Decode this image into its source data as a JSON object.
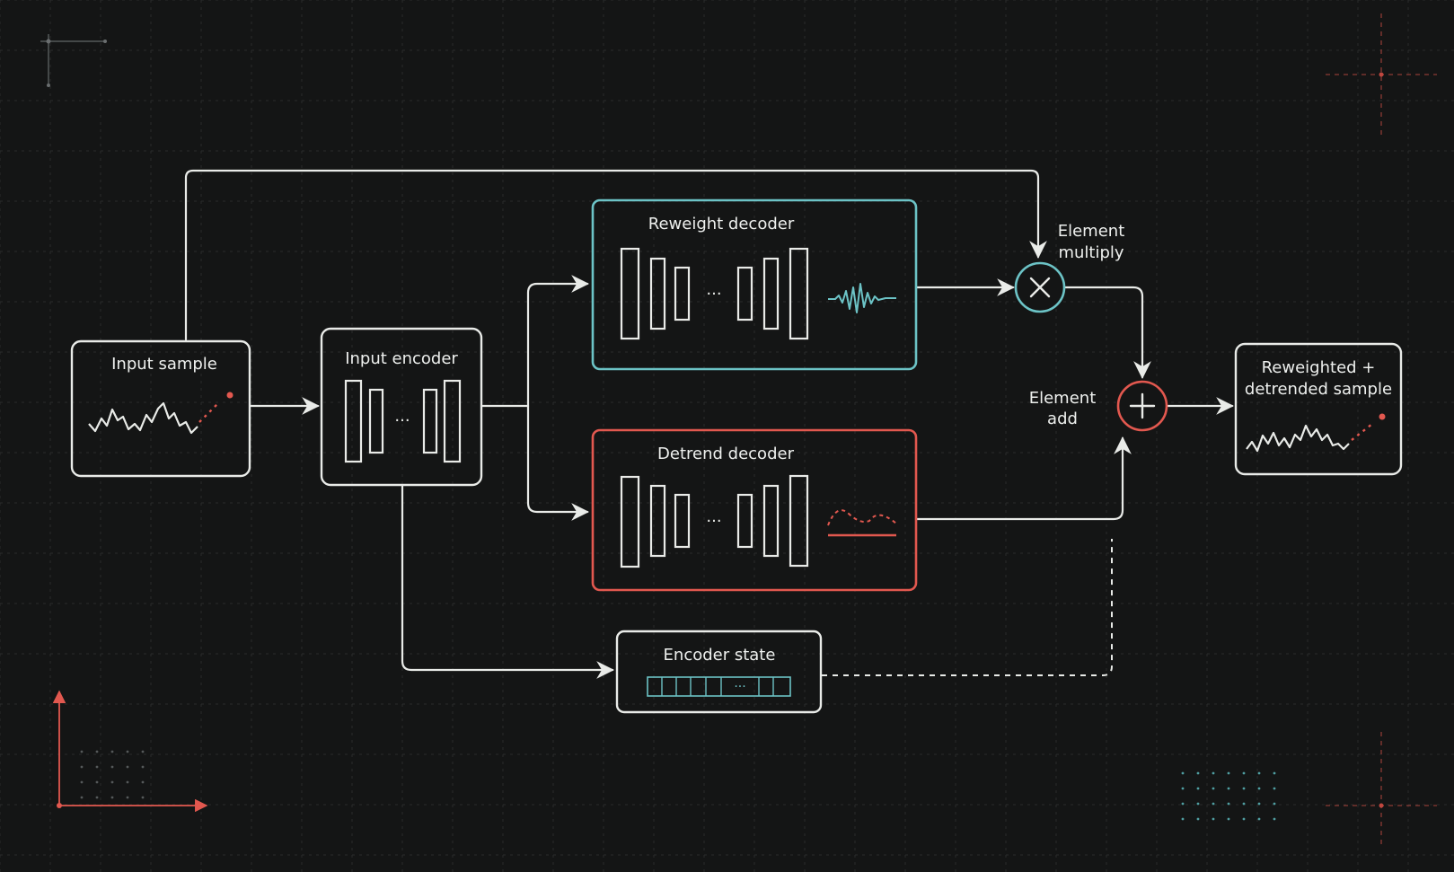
{
  "nodes": {
    "input_sample": "Input sample",
    "input_encoder": "Input encoder",
    "reweight_decoder": "Reweight decoder",
    "detrend_decoder": "Detrend decoder",
    "encoder_state": "Encoder state",
    "output_line1": "Reweighted +",
    "output_line2": "detrended sample"
  },
  "ops": {
    "multiply_line1": "Element",
    "multiply_line2": "multiply",
    "add_line1": "Element",
    "add_line2": "add"
  },
  "colors": {
    "background": "#141515",
    "line": "#e9ebe8",
    "teal": "#6cc3c6",
    "red": "#e2584f"
  }
}
